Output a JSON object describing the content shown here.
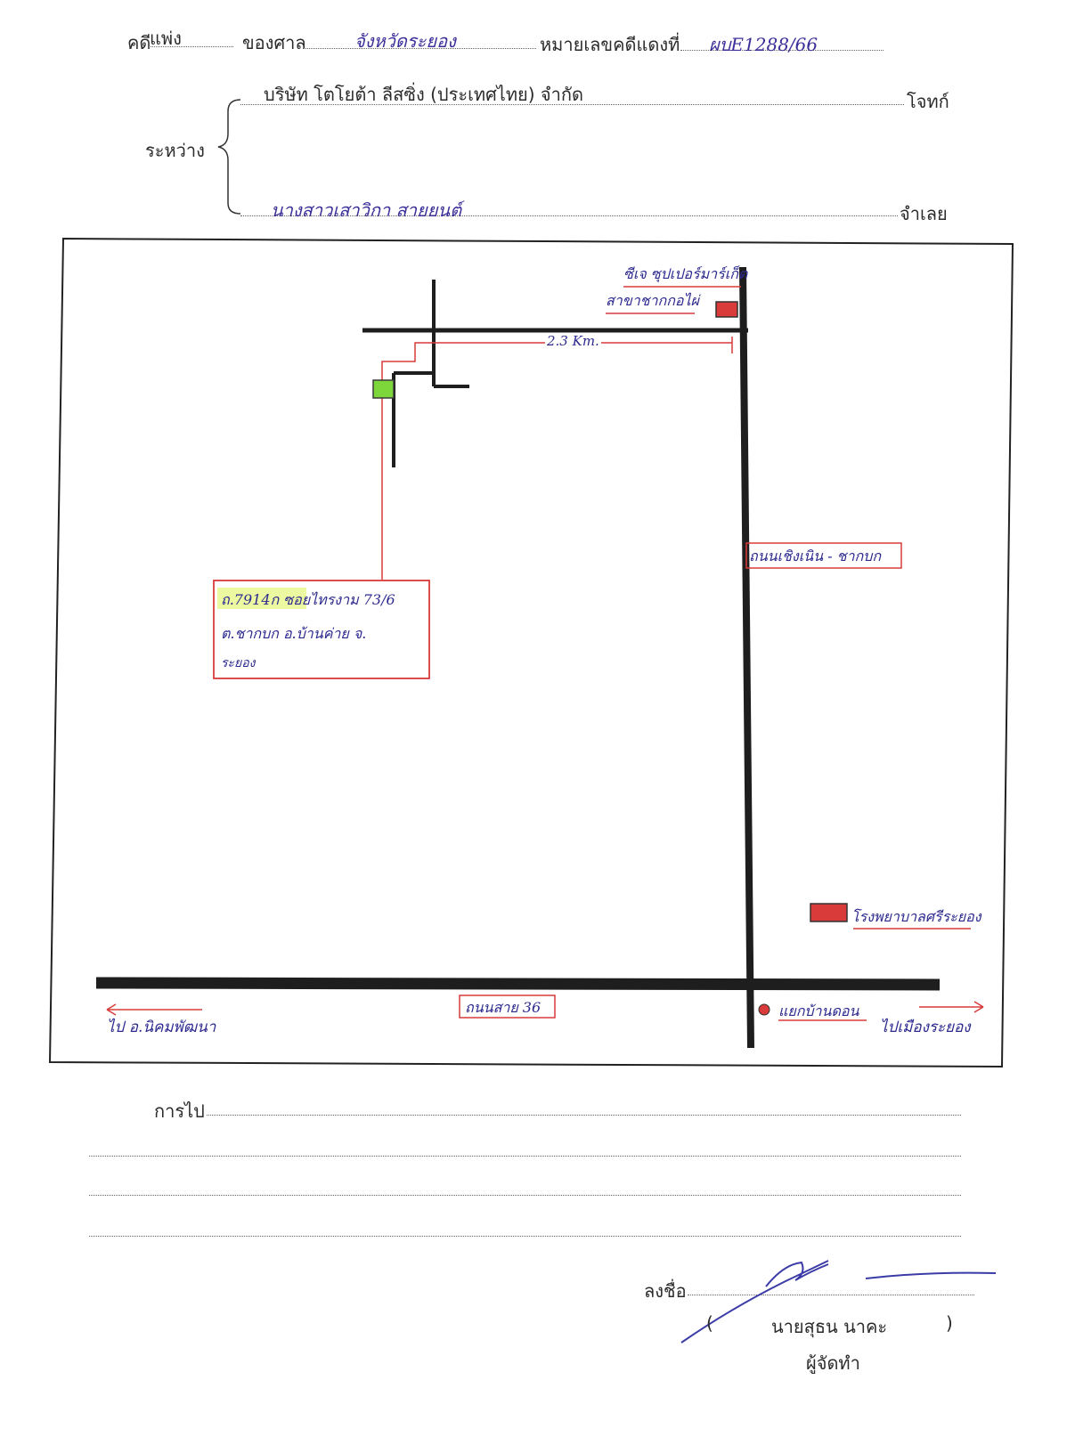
{
  "header": {
    "case_label": "คดี",
    "case_type": "แพ่ง",
    "court_label": "ของศาล",
    "court_name": "จังหวัดระยอง",
    "case_no_label": "หมายเลขคดีแดงที่",
    "case_no": "ผบE1288/66"
  },
  "parties": {
    "between_label": "ระหว่าง",
    "plaintiff": "บริษัท โตโยต้า ลีสซิ่ง (ประเทศไทย) จำกัด",
    "plaintiff_role": "โจทก์",
    "defendant": "นางสาวเสาวิกา สายยนต์",
    "defendant_role": "จำเลย"
  },
  "map": {
    "cj_line1": "ซีเจ ซุปเปอร์มาร์เก็ต",
    "cj_line2": "สาขาชากกอไผ่",
    "distance": "2.3 Km.",
    "address_line1": "ถ.7914ก ซอยไทรงาม 73/6",
    "address_line2": "ต.ชากบก อ.บ้านค่าย จ.",
    "address_line3": "ระยอง",
    "road_vertical": "ถนนเชิงเนิน - ชากบก",
    "hospital": "โรงพยาบาลศรีระยอง",
    "road_horizontal": "ถนนสาย 36",
    "left_destination": "ไป อ.นิคมพัฒนา",
    "junction": "แยกบ้านดอน",
    "right_destination": "ไปเมืองระยอง",
    "colors": {
      "road": "#1e1e1e",
      "red": "#d93a3a",
      "house_green": "#7dd63a",
      "ink": "#2d2a8f"
    }
  },
  "directions": {
    "label": "การไป"
  },
  "signature": {
    "sign_label": "ลงชื่อ",
    "open_paren": "(",
    "name": "นายสุธน นาคะ",
    "close_paren": ")",
    "role": "ผู้จัดทำ"
  }
}
